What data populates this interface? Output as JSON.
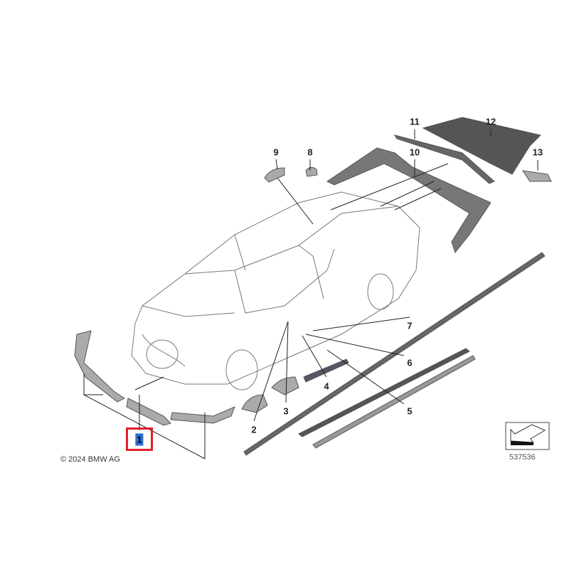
{
  "copyright": "© 2024 BMW AG",
  "diagram_ref": "537536",
  "highlight_color": "#e0202a",
  "selected_callout": "1",
  "callouts": [
    {
      "id": "1",
      "label": "1"
    },
    {
      "id": "2",
      "label": "2"
    },
    {
      "id": "3",
      "label": "3"
    },
    {
      "id": "4",
      "label": "4"
    },
    {
      "id": "5",
      "label": "5"
    },
    {
      "id": "6",
      "label": "6"
    },
    {
      "id": "7",
      "label": "7"
    },
    {
      "id": "8",
      "label": "8"
    },
    {
      "id": "9",
      "label": "9"
    },
    {
      "id": "10",
      "label": "10"
    },
    {
      "id": "11",
      "label": "11"
    },
    {
      "id": "12",
      "label": "12"
    },
    {
      "id": "13",
      "label": "13"
    }
  ]
}
